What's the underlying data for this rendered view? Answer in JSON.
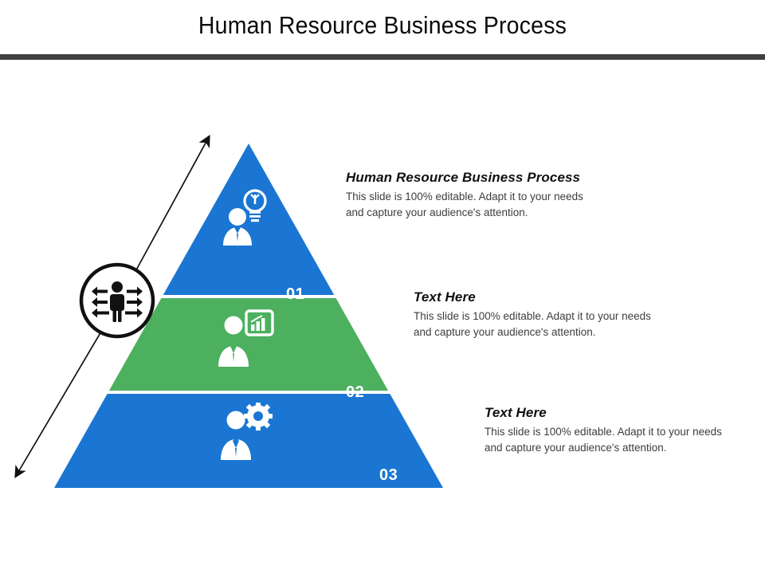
{
  "slide": {
    "title": "Human Resource Business Process",
    "accent_blue": "#1A76D2",
    "accent_green": "#4CB05F",
    "rule_color": "#414141",
    "background": "#ffffff"
  },
  "diagram": {
    "type": "pyramid",
    "badge_icon": "person-expand-arrows-icon",
    "growth_arrow": "double-headed-diagonal-arrow",
    "levels": [
      {
        "number": "01",
        "color": "#1A76D2",
        "icon": "person-lightbulb-icon",
        "heading": "Human Resource Business Process",
        "body": "This slide is 100% editable.  Adapt it to your needs\nand capture your audience's attention."
      },
      {
        "number": "02",
        "color": "#4CB05F",
        "icon": "person-bar-chart-icon",
        "heading": "Text Here",
        "body": "This slide is 100% editable.  Adapt it to your needs\nand capture your audience's attention."
      },
      {
        "number": "03",
        "color": "#1A76D2",
        "icon": "person-gear-icon",
        "heading": "Text Here",
        "body": "This slide is 100% editable.  Adapt it to your needs\nand capture your audience's attention."
      }
    ]
  }
}
